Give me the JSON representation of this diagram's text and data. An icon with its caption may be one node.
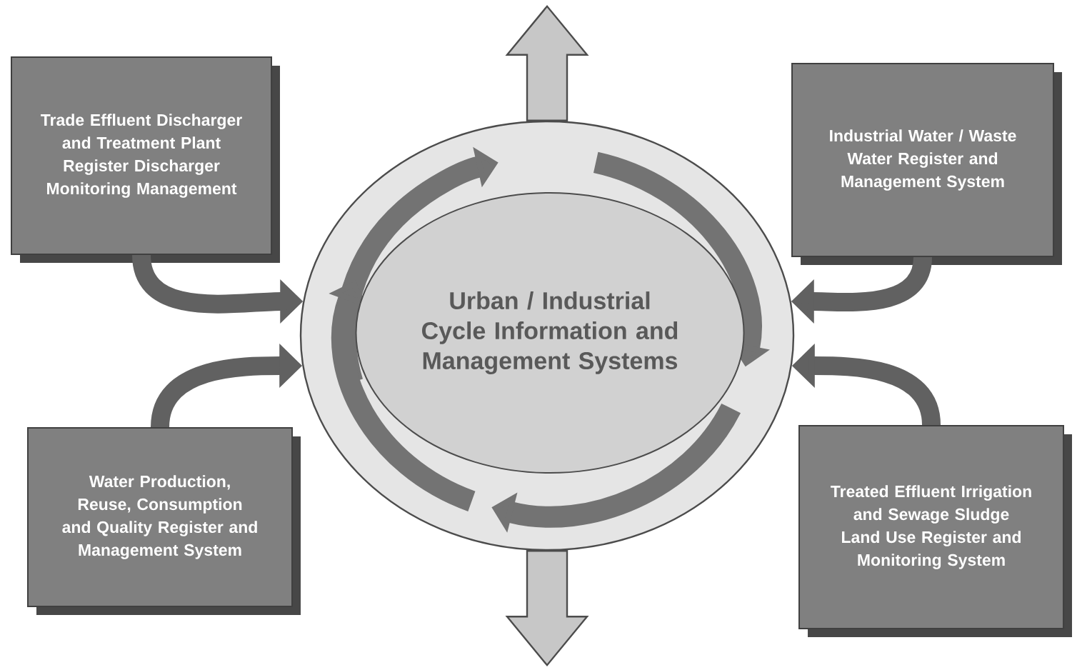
{
  "diagram": {
    "nodes": [
      {
        "text": [],
        "shape": "circle"
      },
      {
        "text": [
          "Urban / Industrial Cycle Information and Management Systems"
        ],
        "in": 0
      },
      {
        "text": [
          "Trade Effluent Discharger and Treatment Plant Register Discharger Monitoring Management"
        ]
      },
      {
        "text": [
          "Industrial Water / Waste Water Register and Management System"
        ]
      },
      {
        "text": [
          "Water Production, Reuse, Consumption and Quality Register and Management System"
        ]
      },
      {
        "text": [
          "Treated Effluent Irrigation and Sewage Sludge Land Use Register and Monitoring System"
        ]
      }
    ],
    "edges": [
      {
        "from": 2,
        "to": 0,
        "arrow": "to"
      },
      {
        "from": 4,
        "to": 0,
        "arrow": "to"
      },
      {
        "from": 3,
        "to": 0,
        "arrow": "to"
      },
      {
        "from": 5,
        "to": 0,
        "arrow": "to"
      },
      {
        "from": 0,
        "to": null,
        "arrow": "to"
      },
      {
        "from": 0,
        "to": null,
        "arrow": "to"
      }
    ]
  }
}
